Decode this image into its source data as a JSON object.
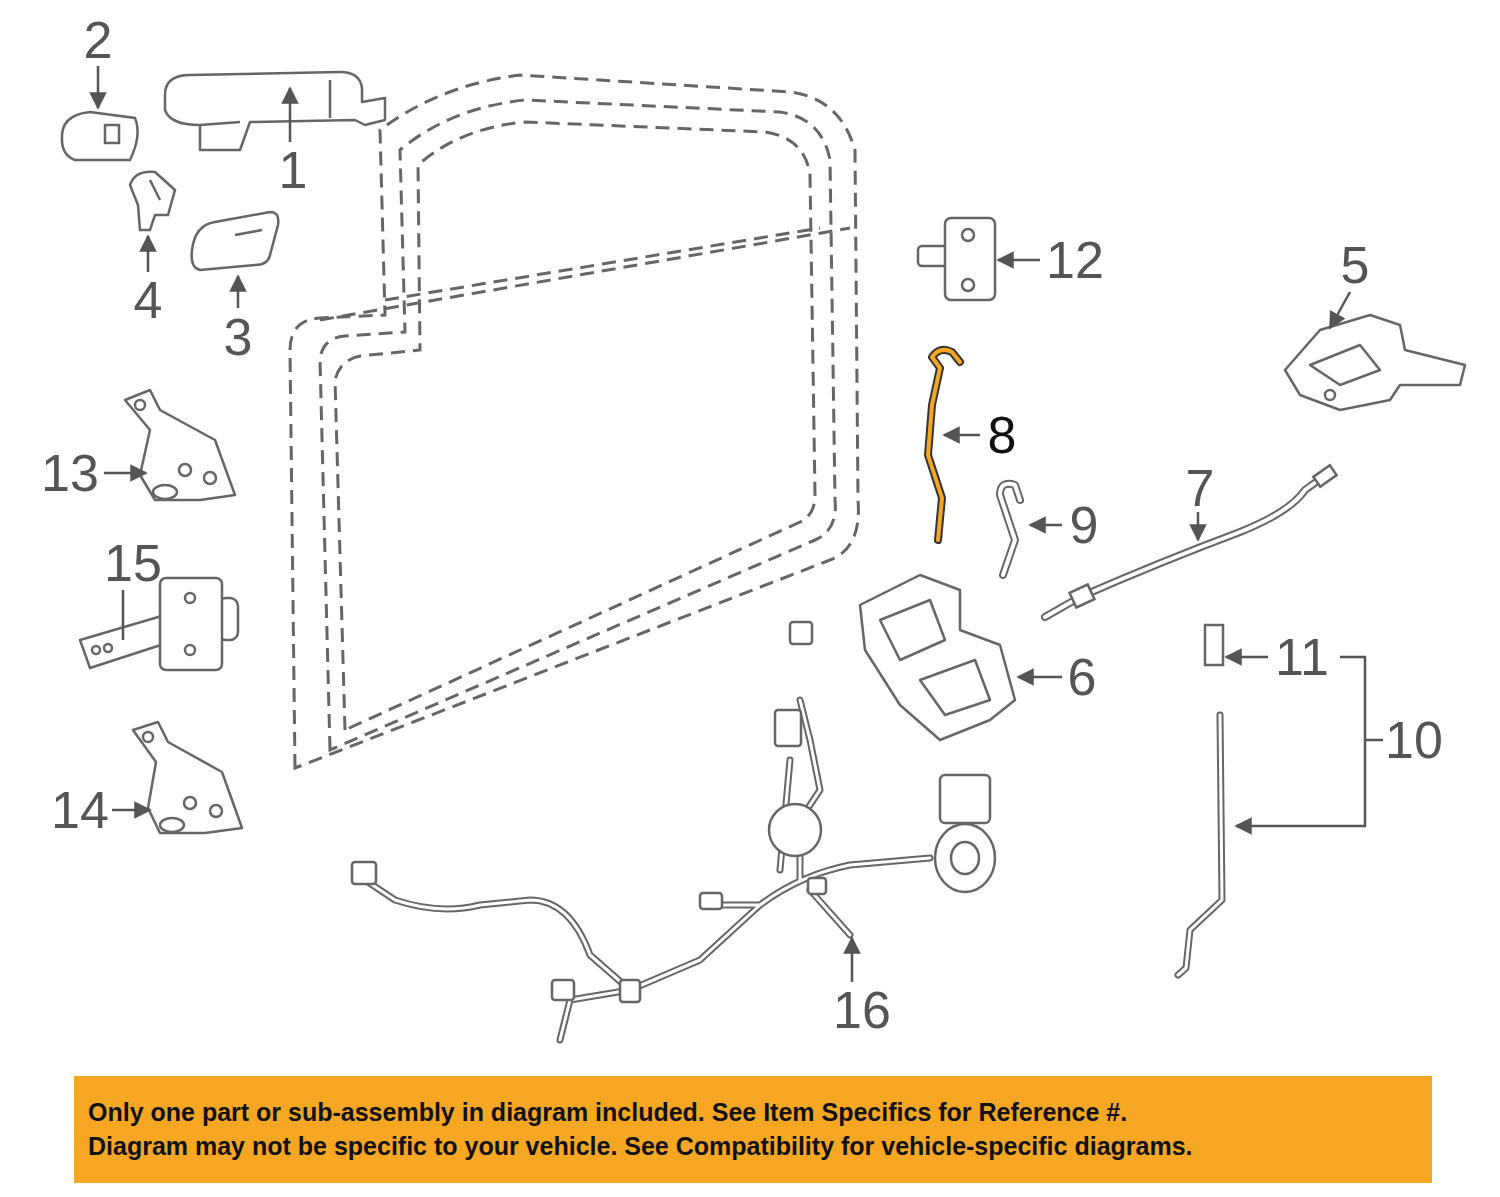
{
  "diagram": {
    "nodes": [
      {
        "text": [
          "Only one part or sub-assembly in diagram included. See Item Specifics for Reference #.",
          "Diagram may not be specific to your vehicle. See Compatibility for vehicle-specific diagrams."
        ]
      }
    ],
    "labels": [
      "2",
      "1",
      "4",
      "3",
      "12",
      "5",
      "8",
      "13",
      "9",
      "7",
      "15",
      "6",
      "11",
      "10",
      "14",
      "16"
    ]
  }
}
